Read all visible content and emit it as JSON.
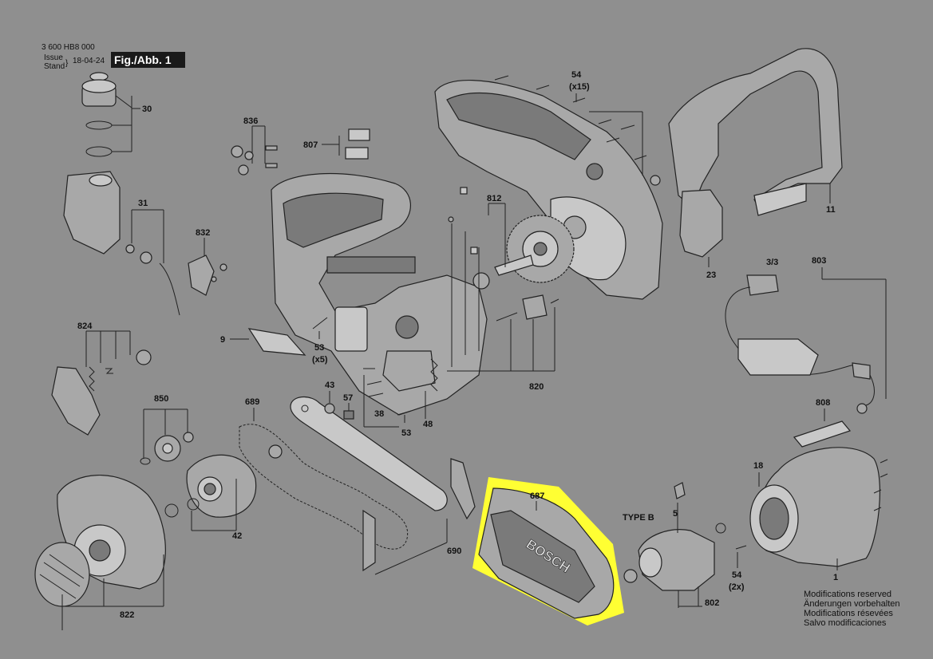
{
  "header": {
    "doc_number": "3 600 HB8 000",
    "issue_label_1": "Issue",
    "issue_label_2": "Stand",
    "issue_date": "18-04-24",
    "figure_label": "Fig./Abb. 1"
  },
  "callouts": {
    "p30": "30",
    "p836": "836",
    "p807": "807",
    "p54_top": "54",
    "p54_top_qty": "(x15)",
    "p31": "31",
    "p832": "832",
    "p812": "812",
    "p11": "11",
    "p23": "23",
    "p3_3": "3/3",
    "p803": "803",
    "p824": "824",
    "p9": "9",
    "p53_a": "53",
    "p53_a_qty": "(x5)",
    "p820": "820",
    "p43": "43",
    "p57": "57",
    "p689": "689",
    "p38": "38",
    "p48": "48",
    "p53_b": "53",
    "p850": "850",
    "p808": "808",
    "p18": "18",
    "p687": "687",
    "p5": "5",
    "type_b": "TYPE B",
    "p42": "42",
    "p690": "690",
    "p54_b": "54",
    "p54_b_qty": "(2x)",
    "p1": "1",
    "p802": "802",
    "p822": "822"
  },
  "cover_brand": "BOSCH",
  "notes": [
    "Modifications reserved",
    "Änderungen vorbehalten",
    "Modifications résevées",
    "Salvo modificaciones"
  ],
  "highlight_color": "#ffff33",
  "background_color": "#8f8f8f"
}
